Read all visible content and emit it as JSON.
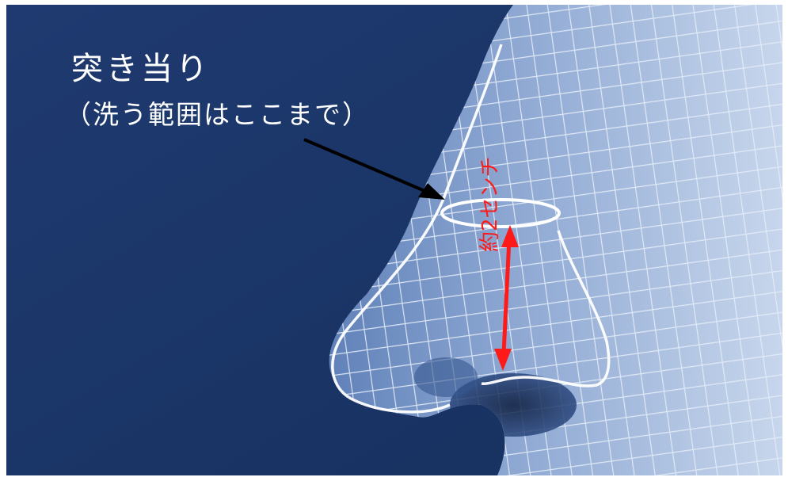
{
  "annotation": {
    "title": "突き当り",
    "subtitle": "（洗う範囲はここまで）",
    "measurement": "約2センチ"
  },
  "colors": {
    "background": "#1b3466",
    "mesh": "#dfe9f5",
    "outline": "#ffffff",
    "arrow": "#000000",
    "measure": "#ff1a1a"
  }
}
